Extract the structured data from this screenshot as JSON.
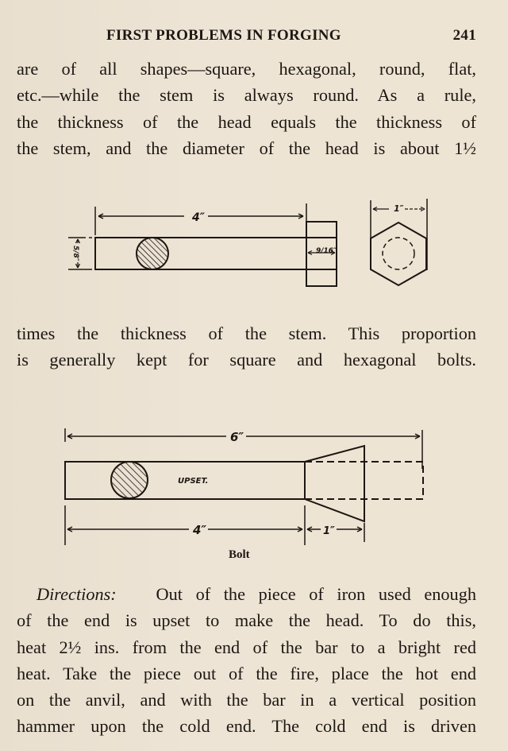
{
  "header": {
    "running_title": "FIRST PROBLEMS IN FORGING",
    "page_number": "241"
  },
  "paragraph_top": {
    "lines": [
      "are of all shapes—square, hexagonal, round, flat,",
      "etc.—while the stem is always round.  As a rule,",
      "the thickness of the head equals the thickness of",
      "the stem, and the diameter of the head is about 1½"
    ]
  },
  "figure_1": {
    "name": "square-head bolt drawing",
    "length_label": "4″",
    "stem_dia_label": "5/8″",
    "head_thickness_label": "9/16″",
    "head_width_label": "1″"
  },
  "paragraph_middle": {
    "lines": [
      "times the thickness of the stem.  This proportion",
      "is generally kept for square and hexagonal bolts."
    ]
  },
  "figure_2": {
    "overall_label": "6″",
    "stem_label": "4″",
    "head_label": "1″",
    "upset_label": "UPSET.",
    "caption": "Bolt"
  },
  "paragraph_directions": {
    "lead": "Directions:",
    "lines": [
      "Out of the piece of iron used enough",
      "of the end is upset to make the head.  To do this,",
      "heat 2½ ins. from the end of the bar to a bright red",
      "heat.  Take the piece out of the fire, place the hot end",
      "on the anvil, and with the bar in a vertical position",
      "hammer upon the cold end.  The cold end is driven"
    ]
  }
}
